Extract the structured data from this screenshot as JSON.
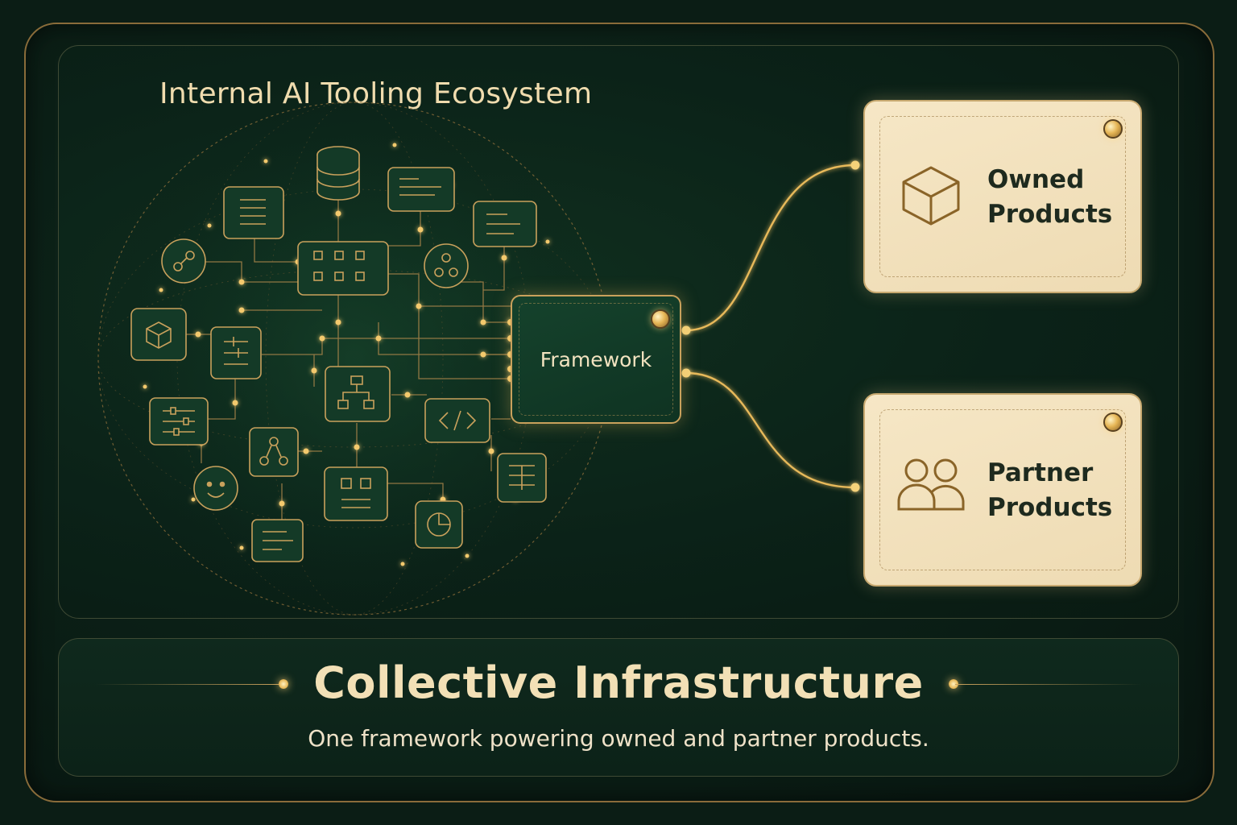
{
  "title": "Internal AI Tooling Ecosystem",
  "framework": {
    "label": "Framework"
  },
  "products": [
    {
      "line1": "Owned",
      "line2": "Products",
      "icon": "cube-icon"
    },
    {
      "line1": "Partner",
      "line2": "Products",
      "icon": "people-icon"
    }
  ],
  "footer": {
    "headline": "Collective Infrastructure",
    "subtitle": "One framework powering owned and partner products."
  },
  "colors": {
    "background": "#0b1d15",
    "panel": "#0f2a1e",
    "gold": "#c9a15c",
    "cream": "#f2e0b6",
    "card": "#f3e3c0",
    "framework": "#15422c"
  }
}
